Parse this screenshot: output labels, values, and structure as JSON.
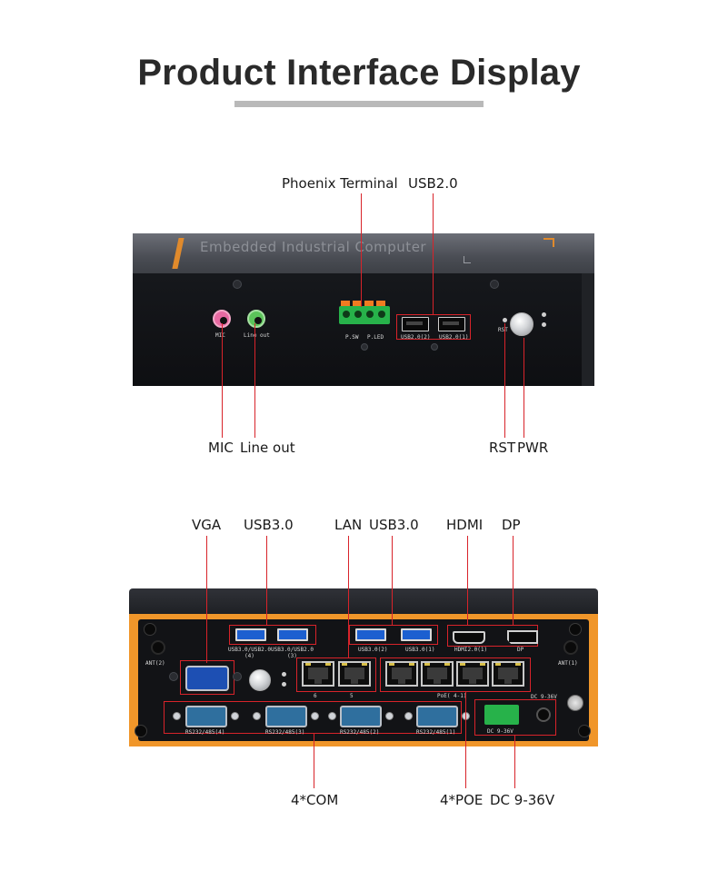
{
  "header": {
    "title": "Product Interface Display"
  },
  "front_panel": {
    "top_label": "Embedded Industrial Computer",
    "callouts": {
      "phoenix_terminal": "Phoenix Terminal",
      "usb20": "USB2.0",
      "mic": "MIC",
      "line_out": "Line out",
      "rst": "RST",
      "pwr": "PWR"
    },
    "silk": {
      "mic": "MIC",
      "line_out": "Line out",
      "psw": "P.SW",
      "pled": "P.LED",
      "usb2_2": "USB2.0(2)",
      "usb2_1": "USB2.0(1)",
      "rst": "RST"
    }
  },
  "rear_panel": {
    "callouts": {
      "vga": "VGA",
      "usb30_left": "USB3.0",
      "lan": "LAN",
      "usb30_right": "USB3.0",
      "hdmi": "HDMI",
      "dp": "DP",
      "com": "4*COM",
      "poe": "4*POE",
      "dc": "DC 9-36V"
    },
    "silk": {
      "ant2": "ANT(2)",
      "ant1": "ANT(1)",
      "usb_mix4": "USB3.0/USB2.0\n(4)",
      "usb_mix3": "USB3.0/USB2.0\n(3)",
      "usb3_2": "USB3.0(2)",
      "usb3_1": "USB3.0(1)",
      "hdmi": "HDMI2.0(1)",
      "dp": "DP",
      "lan6": "6",
      "lan5": "5",
      "poe": "PoE(  4-1)",
      "dc_top": "DC 9-36V",
      "dc_bottom": "DC 9-36V",
      "com4": "RS232/485(4)",
      "com3": "RS232/485(3)",
      "com2": "RS232/485(2)",
      "com1": "RS232/485(1)"
    }
  }
}
